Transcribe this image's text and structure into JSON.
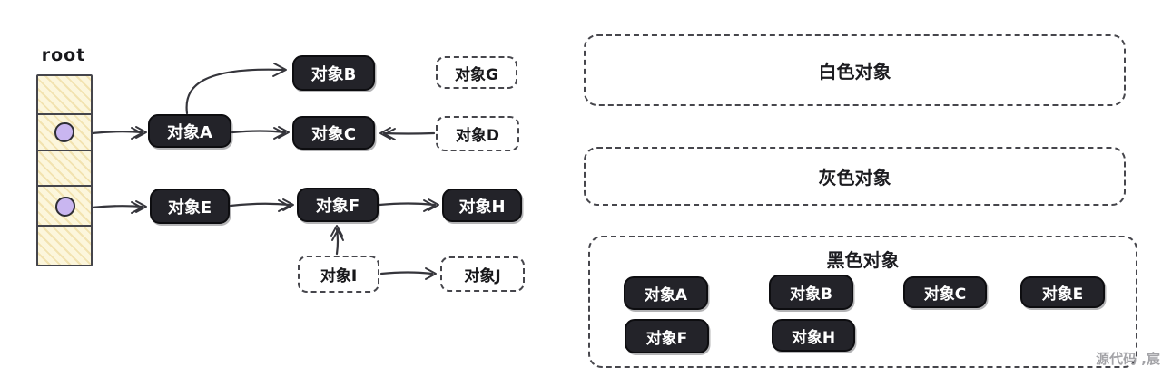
{
  "left": {
    "root_label": "root",
    "nodes": {
      "a": "对象A",
      "b": "对象B",
      "c": "对象C",
      "d": "对象D",
      "e": "对象E",
      "f": "对象F",
      "g": "对象G",
      "h": "对象H",
      "i": "对象I",
      "j": "对象J"
    },
    "root_slots": 5,
    "root_pointer_slots": [
      2,
      4
    ],
    "edges": [
      {
        "from": "root-slot-2",
        "to": "对象A"
      },
      {
        "from": "root-slot-4",
        "to": "对象E"
      },
      {
        "from": "对象A",
        "to": "对象B"
      },
      {
        "from": "对象A",
        "to": "对象C"
      },
      {
        "from": "对象D",
        "to": "对象C"
      },
      {
        "from": "对象E",
        "to": "对象F"
      },
      {
        "from": "对象F",
        "to": "对象H"
      },
      {
        "from": "对象I",
        "to": "对象F"
      },
      {
        "from": "对象I",
        "to": "对象J"
      }
    ]
  },
  "regions": {
    "white": {
      "title": "白色对象",
      "members": []
    },
    "gray": {
      "title": "灰色对象",
      "members": []
    },
    "black": {
      "title": "黑色对象",
      "members": [
        "对象A",
        "对象B",
        "对象C",
        "对象E",
        "对象F",
        "对象H"
      ]
    }
  },
  "watermark": "源代码 ,宸",
  "colors": {
    "node_black": "#232329",
    "stack_fill": "#fcf6dc",
    "pointer_purple": "#c9b6f0",
    "line_stroke": "#35353b",
    "watermark_gray": "#a3a3a7"
  }
}
